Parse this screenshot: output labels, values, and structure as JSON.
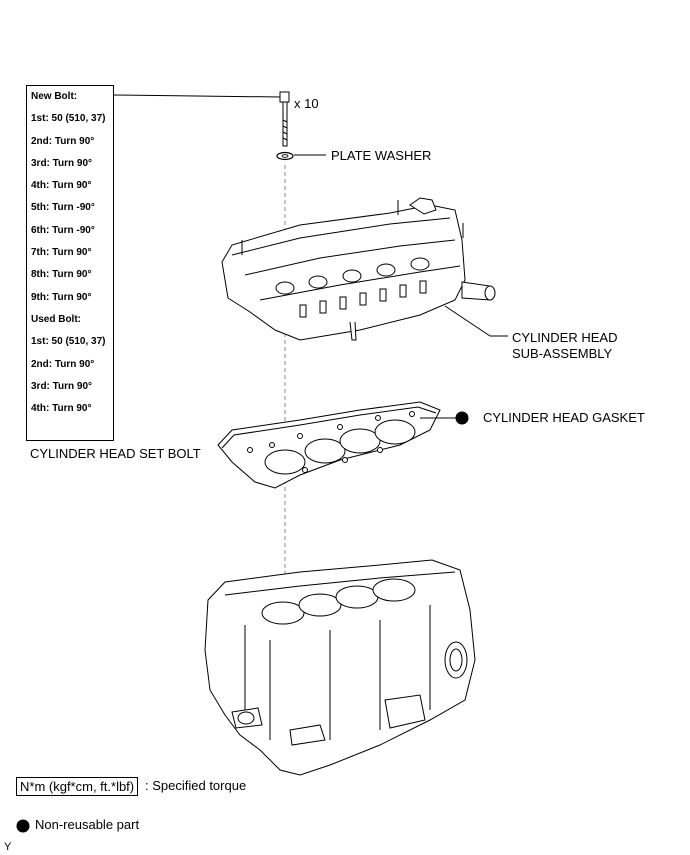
{
  "torque_spec": {
    "lines": [
      "New Bolt:",
      "1st: 50 (510, 37)",
      "2nd: Turn 90°",
      "3rd: Turn 90°",
      "4th: Turn 90°",
      "5th: Turn -90°",
      "6th: Turn -90°",
      "7th: Turn 90°",
      "8th: Turn 90°",
      "9th: Turn 90°",
      "Used Bolt:",
      "1st: 50 (510, 37)",
      "2nd: Turn 90°",
      "3rd: Turn 90°",
      "4th: Turn 90°"
    ]
  },
  "labels": {
    "bolt_qty": "x 10",
    "plate_washer": "PLATE WASHER",
    "cylinder_head_line1": "CYLINDER HEAD",
    "cylinder_head_line2": "SUB-ASSEMBLY",
    "cylinder_head_gasket": "CYLINDER HEAD GASKET",
    "cylinder_head_set_bolt": "CYLINDER HEAD SET BOLT"
  },
  "legend": {
    "torque_box": "N*m (kgf*cm, ft.*lbf)",
    "torque_desc": ": Specified torque",
    "non_reusable": "Non-reusable part"
  },
  "corner_mark": "Y"
}
